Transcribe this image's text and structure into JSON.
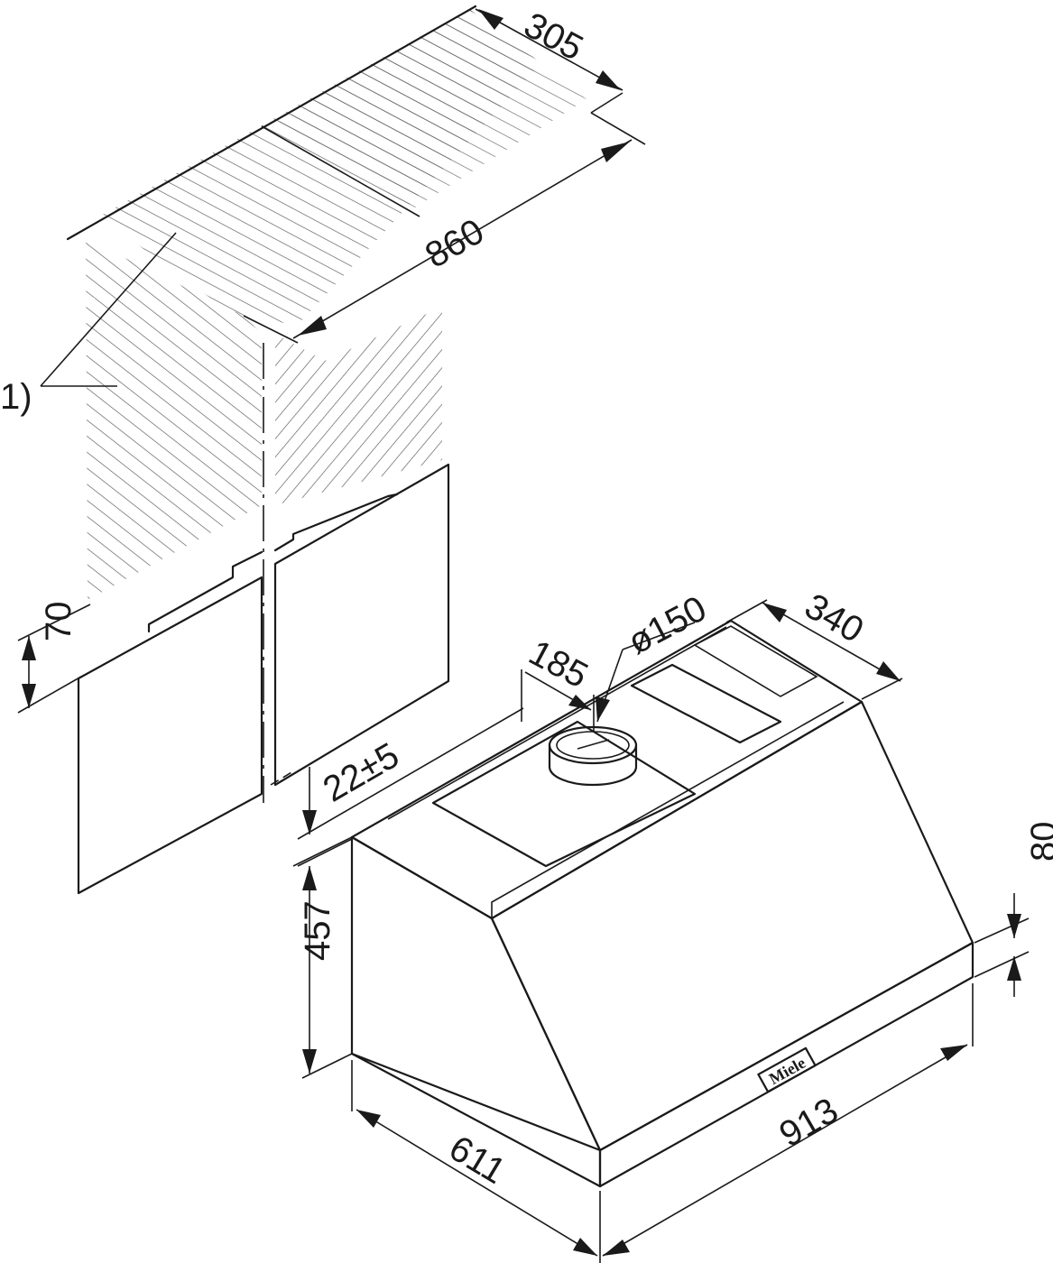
{
  "labels": {
    "ceiling_depth": "305",
    "ceiling_width": "860",
    "note_marker": "1)",
    "chimney_overlap": "70",
    "duct_offset": "22±5",
    "duct_distance": "185",
    "duct_diameter": "ø150",
    "hood_depth_top": "340",
    "hood_front_height": "80",
    "hood_height": "457",
    "hood_depth": "611",
    "hood_width": "913",
    "brand_badge": "Miele"
  },
  "colors": {
    "line": "#1a1a1a",
    "hatch": "#555555",
    "background": "#ffffff"
  }
}
